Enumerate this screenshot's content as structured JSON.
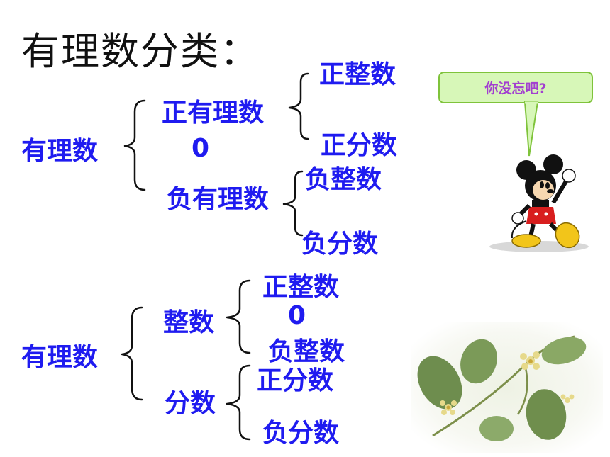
{
  "title": "有理数分类：",
  "speech_bubble": {
    "text": "你没忘吧?"
  },
  "tree1": {
    "root": "有理数",
    "positive_rational": "正有理数",
    "zero": "0",
    "negative_rational": "负有理数",
    "positive_integer": "正整数",
    "positive_fraction": "正分数",
    "negative_integer": "负整数",
    "negative_fraction": "负分数"
  },
  "tree2": {
    "root": "有理数",
    "integer": "整数",
    "fraction": "分数",
    "positive_integer": "正整数",
    "zero": "0",
    "negative_integer": "负整数",
    "positive_fraction": "正分数",
    "negative_fraction": "负分数"
  },
  "colors": {
    "accent": "#1f1bf0",
    "bubble_fill": "#d7f7b8",
    "bubble_text": "#a23fd0"
  },
  "icons": [
    "mickey-mouse-illustration",
    "leaf-flower-illustration"
  ]
}
